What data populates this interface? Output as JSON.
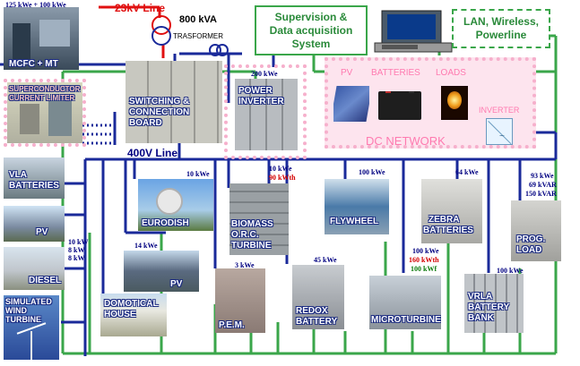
{
  "title_23kv": "23kV Line",
  "transformer": {
    "rating": "800 kVA",
    "label": "TRASFORMER"
  },
  "bus_400v": "400V Line",
  "supervision": {
    "line1": "Supervision &",
    "line2": "Data acquisition",
    "line3": "System"
  },
  "lan": {
    "line1": "LAN, Wireless,",
    "line2": "Powerline"
  },
  "mcfc": {
    "rating": "125 kWe + 100 kWe",
    "label": "MCFC + MT"
  },
  "superconductor": {
    "line1": "SUPERCONDUCTOR",
    "line2": "CURRENT LIMITER"
  },
  "switching": {
    "line1": "SWITCHING &",
    "line2": "CONNECTION",
    "line3": "BOARD"
  },
  "power_inverter": {
    "rating": "200 kWe",
    "line1": "POWER",
    "line2": "INVERTER"
  },
  "dc_network": {
    "label": "DC NETWORK",
    "pv": "PV",
    "batteries": "BATTERIES",
    "loads": "LOADS",
    "inverter": "INVERTER"
  },
  "vla": {
    "line1": "VLA",
    "line2": "BATTERIES"
  },
  "pv_left": "PV",
  "diesel": "DIESEL",
  "left_ratings": [
    "10 kW",
    "8 kW",
    "8 kW"
  ],
  "wind": {
    "line1": "SIMULATED",
    "line2": "WIND",
    "line3": "TURBINE"
  },
  "eurodish": {
    "rating": "10 kWe",
    "label": "EURODISH"
  },
  "pv_mid": {
    "rating": "14 kWe",
    "label": "PV"
  },
  "domotical": {
    "line1": "DOMOTICAL",
    "line2": "HOUSE"
  },
  "biomass": {
    "rating1": "10 kWe",
    "rating2": "90 kWth",
    "line1": "BIOMASS",
    "line2": "O.R.C.",
    "line3": "TURBINE"
  },
  "pem": {
    "rating": "3 kWe",
    "label": "P.E.M."
  },
  "redox": {
    "rating": "45 kWe",
    "line1": "REDOX",
    "line2": "BATTERY"
  },
  "flywheel": {
    "rating": "100 kWe",
    "label": "FLYWHEEL"
  },
  "microturbine": {
    "rating1": "100 kWe",
    "rating2": "160 kWth",
    "rating3": "100 kWf",
    "label": "MICROTURBINE"
  },
  "zebra": {
    "rating": "64 kWe",
    "line1": "ZEBRA",
    "line2": "BATTERIES"
  },
  "vrla": {
    "rating": "100 kWe",
    "line1": "VRLA",
    "line2": "BATTERY",
    "line3": "BANK"
  },
  "prog_load": {
    "rating1": "93 kWe",
    "rating2": "69 kVAR",
    "rating3": "150 kVAR",
    "line1": "PROG.",
    "line2": "LOAD"
  },
  "colors": {
    "bus_blue": "#1a2a9a",
    "green_line": "#3aa64a",
    "red_line": "#e01010",
    "pink_zone": "#f6b0cc"
  }
}
